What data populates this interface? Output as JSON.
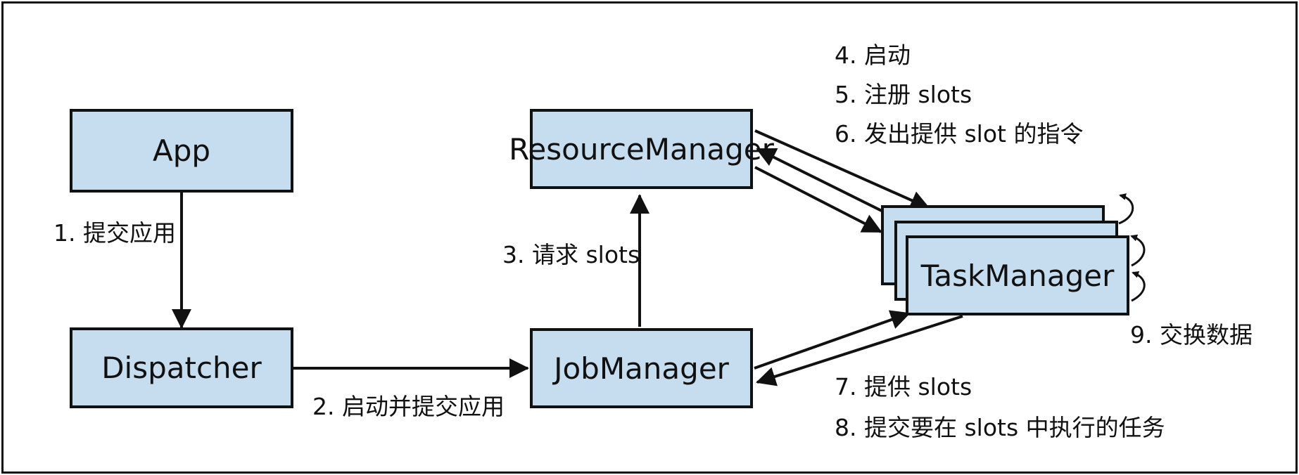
{
  "nodes": {
    "app": "App",
    "dispatcher": "Dispatcher",
    "jobmanager": "JobManager",
    "resourcemanager": "ResourceManager",
    "taskmanager": "TaskManager"
  },
  "edges": {
    "step1": "1. 提交应用",
    "step2": "2. 启动并提交应用",
    "step3": "3. 请求 slots",
    "step4": "4. 启动",
    "step5": "5. 注册 slots",
    "step6": "6. 发出提供 slot 的指令",
    "step7": "7. 提供 slots",
    "step8": "8. 提交要在 slots 中执行的任务",
    "step9": "9. 交换数据"
  },
  "colors": {
    "node_fill": "#c6dcef",
    "stroke": "#111111",
    "background": "#ffffff"
  }
}
